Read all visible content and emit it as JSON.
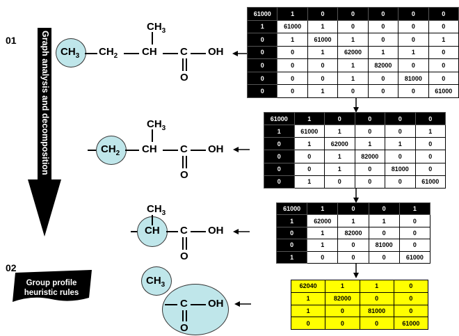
{
  "labels": {
    "step_01": "01",
    "step_02": "02",
    "vertical_arrow": "Graph analysis and decomposition",
    "rules_line1": "Group profile",
    "rules_line2": "heuristic rules"
  },
  "chem": {
    "ch3": "CH",
    "ch3_sub": "3",
    "ch2": "CH",
    "ch2_sub": "2",
    "ch": "CH",
    "c": "C",
    "o": "O",
    "oh": "OH"
  },
  "matrices": {
    "m1": [
      [
        "61000",
        "1",
        "0",
        "0",
        "0",
        "0",
        "0"
      ],
      [
        "1",
        "61000",
        "1",
        "0",
        "0",
        "0",
        "0"
      ],
      [
        "0",
        "1",
        "61000",
        "1",
        "0",
        "0",
        "1"
      ],
      [
        "0",
        "0",
        "1",
        "62000",
        "1",
        "1",
        "0"
      ],
      [
        "0",
        "0",
        "0",
        "1",
        "82000",
        "0",
        "0"
      ],
      [
        "0",
        "0",
        "0",
        "1",
        "0",
        "81000",
        "0"
      ],
      [
        "0",
        "0",
        "1",
        "0",
        "0",
        "0",
        "61000"
      ]
    ],
    "m2": [
      [
        "61000",
        "1",
        "0",
        "0",
        "0",
        "0"
      ],
      [
        "1",
        "61000",
        "1",
        "0",
        "0",
        "1"
      ],
      [
        "0",
        "1",
        "62000",
        "1",
        "1",
        "0"
      ],
      [
        "0",
        "0",
        "1",
        "82000",
        "0",
        "0"
      ],
      [
        "0",
        "0",
        "1",
        "0",
        "81000",
        "0"
      ],
      [
        "0",
        "1",
        "0",
        "0",
        "0",
        "61000"
      ]
    ],
    "m3": [
      [
        "61000",
        "1",
        "0",
        "0",
        "1"
      ],
      [
        "1",
        "62000",
        "1",
        "1",
        "0"
      ],
      [
        "0",
        "1",
        "82000",
        "0",
        "0"
      ],
      [
        "0",
        "1",
        "0",
        "81000",
        "0"
      ],
      [
        "1",
        "0",
        "0",
        "0",
        "61000"
      ]
    ],
    "m4": [
      [
        "62040",
        "1",
        "1",
        "0"
      ],
      [
        "1",
        "82000",
        "0",
        "0"
      ],
      [
        "1",
        "0",
        "81000",
        "0"
      ],
      [
        "0",
        "0",
        "0",
        "61000"
      ]
    ]
  },
  "colors": {
    "circle_fill": "#bfe6ea",
    "final_matrix": "#ffff00",
    "matrix_header": "#000000"
  }
}
